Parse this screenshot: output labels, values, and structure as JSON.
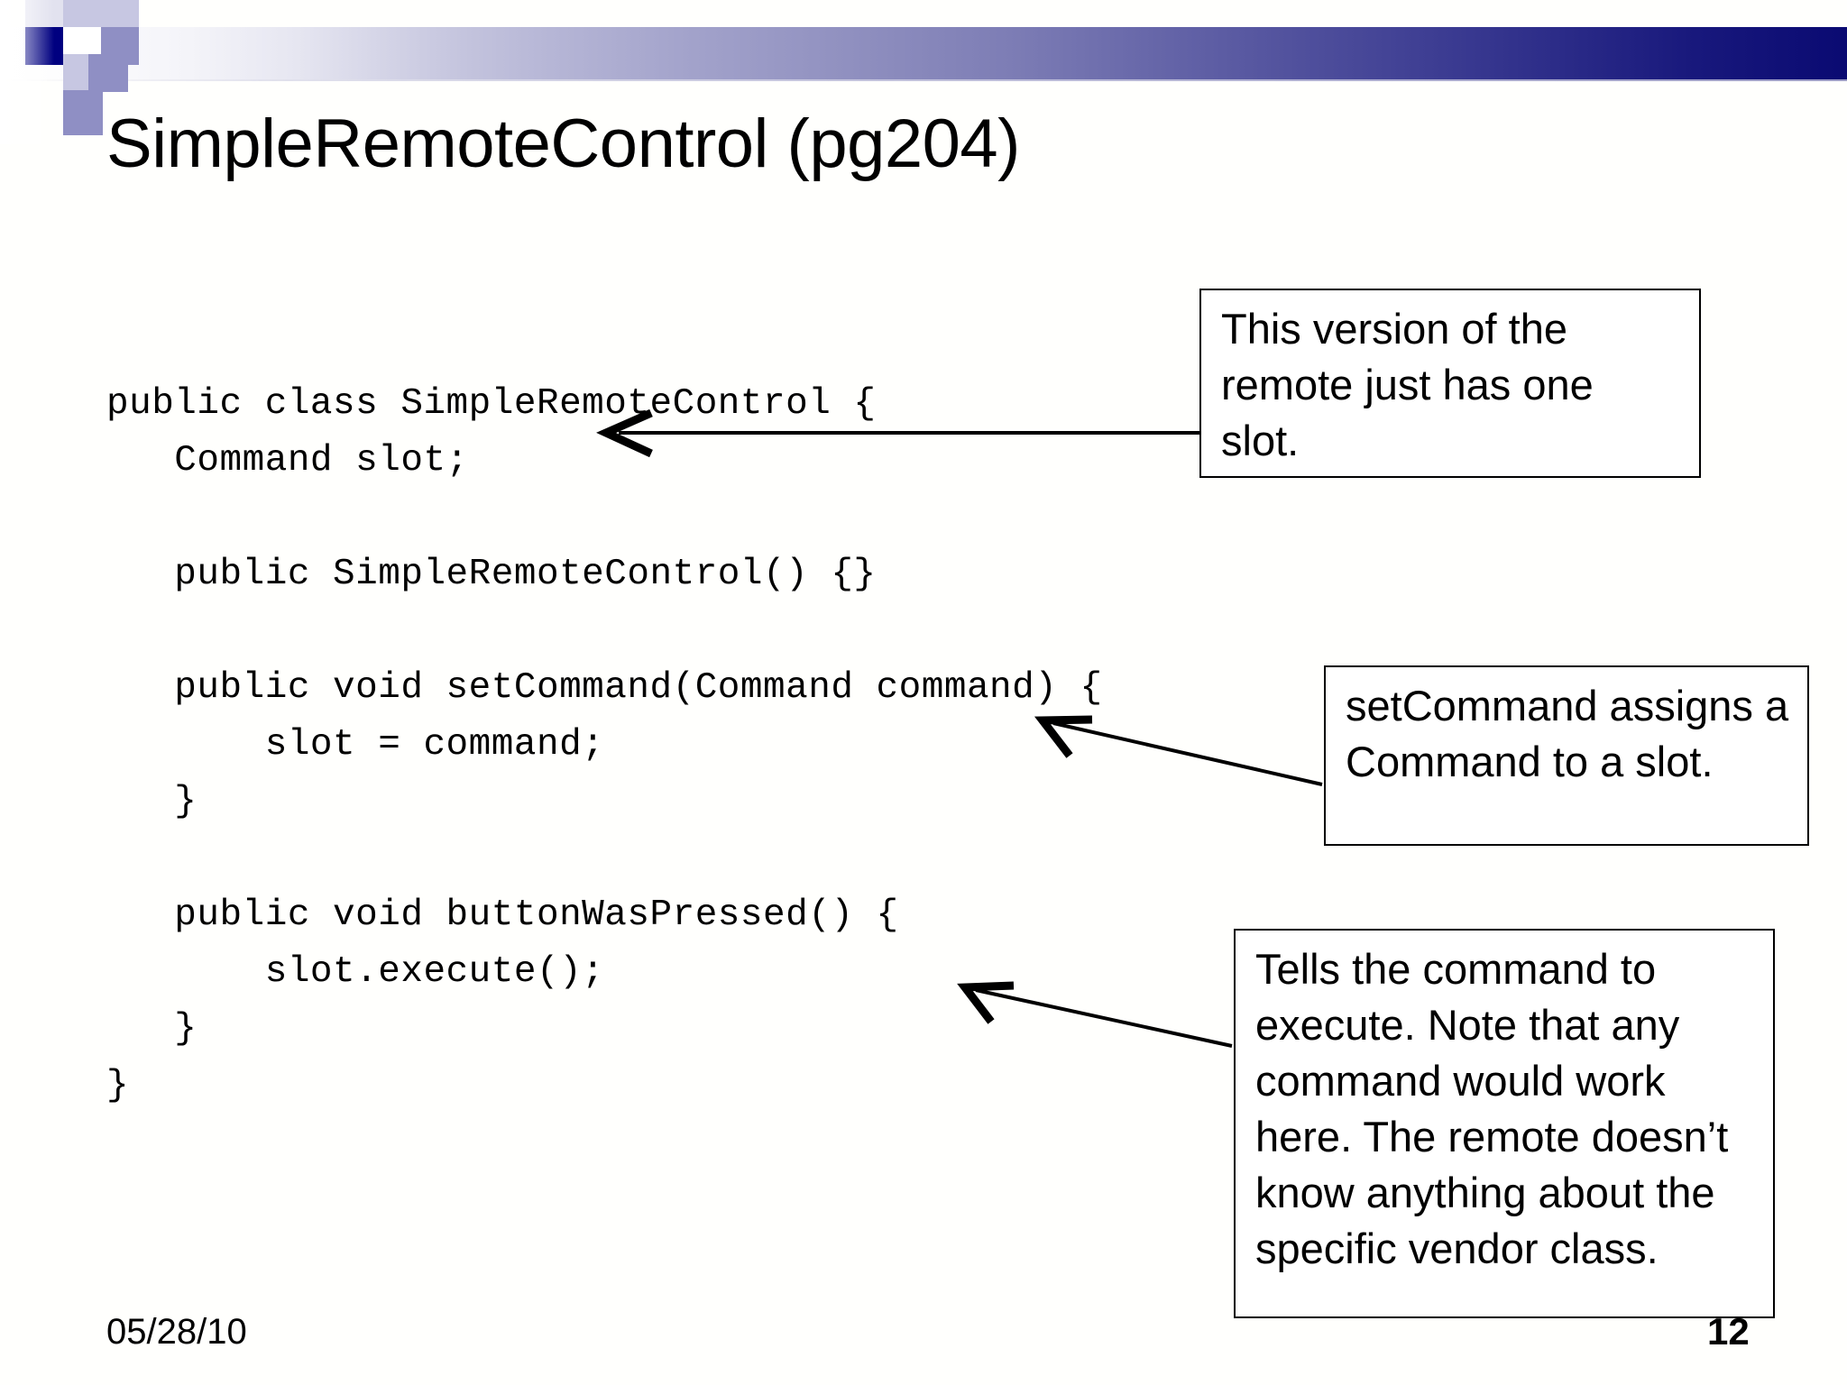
{
  "slide": {
    "title": "SimpleRemoteControl (pg204)",
    "code": "public class SimpleRemoteControl {\n   Command slot;\n\n   public SimpleRemoteControl() {}\n\n   public void setCommand(Command command) {\n       slot = command;\n   }\n\n   public void buttonWasPressed() {\n       slot.execute();\n   }\n}",
    "callouts": [
      {
        "id": "callout-one",
        "text": "This version of the remote just has one slot."
      },
      {
        "id": "callout-two",
        "text": "setCommand assigns a Command to a slot."
      },
      {
        "id": "callout-three",
        "text": "Tells the command to execute. Note that any command would work here.  The remote doesn’t know anything about the specific vendor class."
      }
    ],
    "footer": {
      "date": "05/28/10",
      "page_number": "12"
    },
    "colors": {
      "accent_dark": "#000080",
      "accent_mid": "#8f8fc4",
      "accent_light": "#c7c7e2",
      "text": "#000000",
      "background": "#fffffd"
    }
  }
}
